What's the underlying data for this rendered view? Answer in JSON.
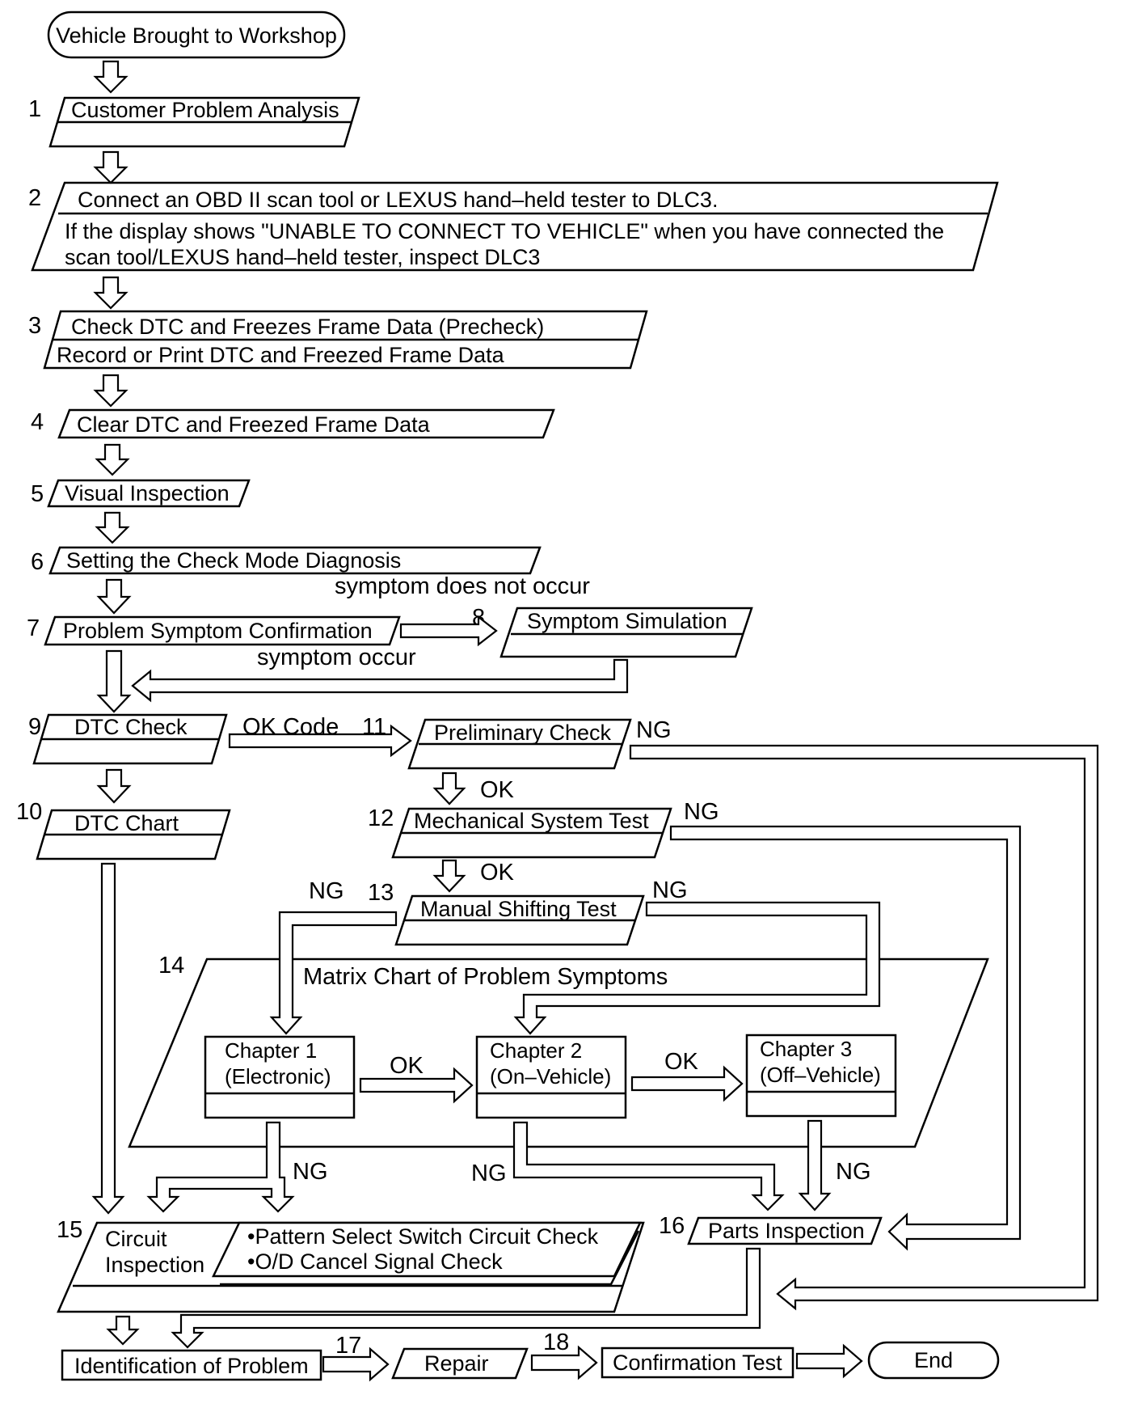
{
  "start": "Vehicle Brought to Workshop",
  "steps": {
    "s1": {
      "num": "1",
      "text": "Customer Problem Analysis"
    },
    "s2": {
      "num": "2",
      "line1": "Connect an OBD II scan tool or LEXUS hand–held tester to DLC3.",
      "line2": "If the display shows \"UNABLE TO CONNECT TO VEHICLE\" when you have connected the",
      "line3": "scan tool/LEXUS hand–held tester, inspect DLC3"
    },
    "s3": {
      "num": "3",
      "line1": "Check DTC and Freezes Frame Data (Precheck)",
      "line2": "Record or Print DTC and  Freezed Frame Data"
    },
    "s4": {
      "num": "4",
      "text": "Clear DTC and Freezed Frame Data"
    },
    "s5": {
      "num": "5",
      "text": "Visual Inspection"
    },
    "s6": {
      "num": "6",
      "text": "Setting the Check Mode Diagnosis"
    },
    "s7": {
      "num": "7",
      "text": "Problem Symptom Confirmation"
    },
    "s8": {
      "num": "8",
      "text": "Symptom Simulation"
    },
    "s9": {
      "num": "9",
      "text": "DTC Check"
    },
    "s10": {
      "num": "10",
      "text": "DTC Chart"
    },
    "s11": {
      "num": "11",
      "text": "Preliminary Check"
    },
    "s12": {
      "num": "12",
      "text": "Mechanical System Test"
    },
    "s13": {
      "num": "13",
      "text": "Manual Shifting Test"
    },
    "s14": {
      "num": "14",
      "text": "Matrix Chart of Problem Symptoms"
    },
    "s15": {
      "num": "15",
      "line1": "Circuit",
      "line2": "Inspection",
      "sub1": "•Pattern Select Switch Circuit Check",
      "sub2": "•O/D Cancel Signal Check"
    },
    "s16": {
      "num": "16",
      "text": "Parts Inspection"
    },
    "s17": {
      "num": "17",
      "text": "Repair"
    },
    "s18": {
      "num": "18",
      "text": "Confirmation Test"
    }
  },
  "chapters": {
    "c1": {
      "line1": "Chapter 1",
      "line2": "(Electronic)"
    },
    "c2": {
      "line1": "Chapter 2",
      "line2": "(On–Vehicle)"
    },
    "c3": {
      "line1": "Chapter 3",
      "line2": "(Off–Vehicle)"
    }
  },
  "identification": "Identification of Problem",
  "end": "End",
  "labels": {
    "symptom_not_occur": "symptom does not occur",
    "symptom_occur": "symptom occur",
    "ok_code": "OK Code",
    "ok": "OK",
    "ng": "NG"
  }
}
